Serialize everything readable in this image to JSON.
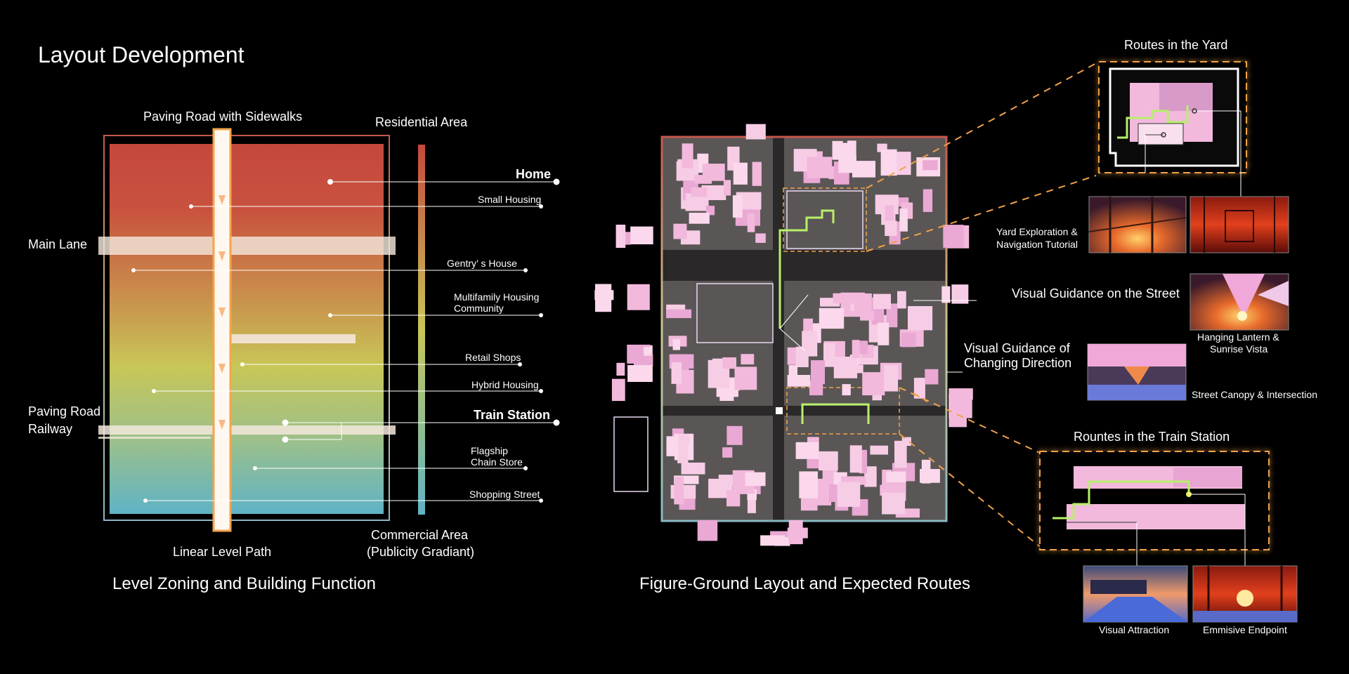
{
  "page_title": "Layout Development",
  "zoning": {
    "caption": "Level Zoning and Building Function",
    "paving_top": "Paving Road with Sidewalks",
    "residential": "Residential Area",
    "main_lane": "Main Lane",
    "paving_road": "Paving Road",
    "railway": "Railway",
    "linear_path": "Linear Level Path",
    "commercial_1": "Commercial Area",
    "commercial_2": "(Publicity Gradiant)",
    "functions": {
      "home": "Home",
      "small_housing": "Small Housing",
      "gentry": "Gentry’ s House",
      "multifamily_1": "Multifamily Housing",
      "multifamily_2": "Community",
      "retail": "Retail Shops",
      "hybrid": "Hybrid Housing",
      "train_station": "Train Station",
      "flagship_1": "Flagship",
      "flagship_2": "Chain Store",
      "shopping": "Shopping Street"
    },
    "colors": {
      "top": "#c5483c",
      "mid": "#c8c657",
      "bottom": "#5fb3c6"
    }
  },
  "figure_ground": {
    "caption": "Figure-Ground Layout and Expected Routes",
    "routes_yard": "Routes in the Yard",
    "yard_tutorial_1": "Yard Exploration &",
    "yard_tutorial_2": "Navigation Tutorial",
    "visual_guidance_street": "Visual Guidance on the Street",
    "lantern_1": "Hanging Lantern &",
    "lantern_2": "Sunrise Vista",
    "changing_dir_1": "Visual Guidance of",
    "changing_dir_2": "Changing Direction",
    "canopy": "Street Canopy & Intersection",
    "routes_station": "Rountes in the Train Station",
    "visual_attraction": "Visual Attraction",
    "emissive": "Emmisive Endpoint",
    "colors": {
      "building": "#f2b9dc",
      "ground": "#5a5656",
      "route": "#b8f06a",
      "frame": "#f0a24a"
    }
  }
}
